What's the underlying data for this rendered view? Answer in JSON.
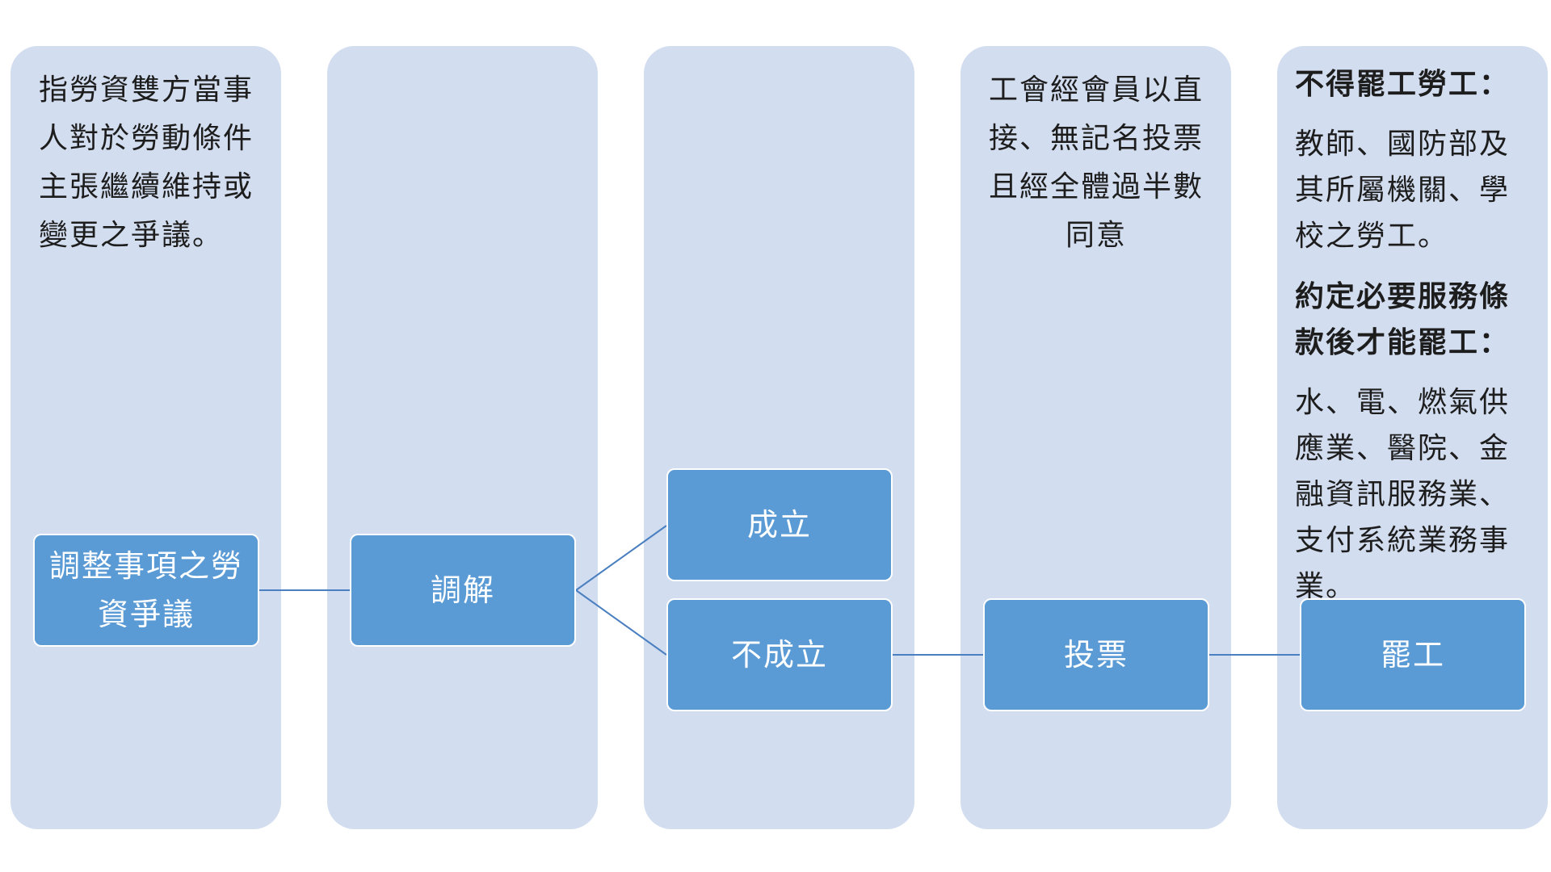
{
  "columns": [
    {
      "text": "指勞資雙方當事人對於勞動條件主張繼續維持或變更之爭議。"
    },
    {
      "text": ""
    },
    {
      "text": ""
    },
    {
      "text": "工會經會員以直接、無記名投票且經全體過半數同意"
    },
    {
      "text": ""
    }
  ],
  "nodes": {
    "dispute": "調整事項之勞資爭議",
    "mediation": "調解",
    "success": "成立",
    "failure": "不成立",
    "vote": "投票",
    "strike": "罷工"
  },
  "strike_notes": {
    "heading1": "不得罷工勞工：",
    "body1": "教師、國防部及其所屬機關、學校之勞工。",
    "heading2": "約定必要服務條款後才能罷工：",
    "body2": "水、電、燃氣供應業、醫院、金融資訊服務業、支付系統業務事業。"
  },
  "colors": {
    "column_bg": "#d2ddef",
    "node_bg": "#5b9bd5",
    "connector": "#4a7fc0"
  }
}
